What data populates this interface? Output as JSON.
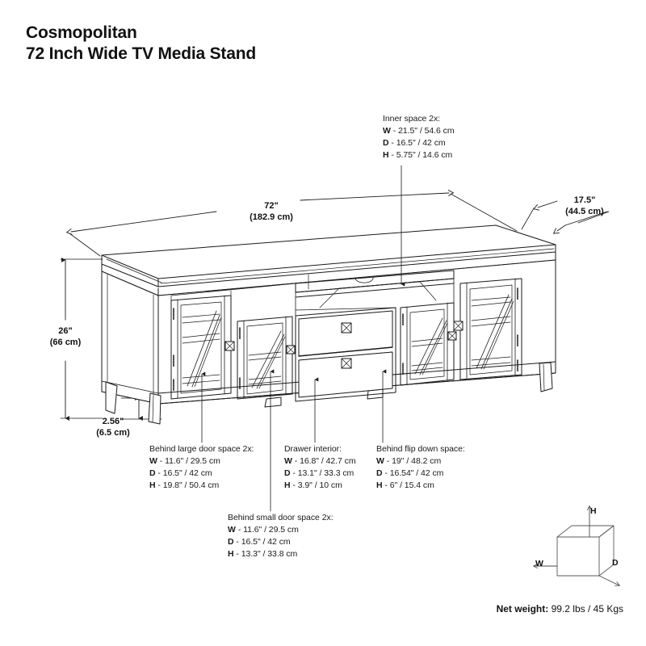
{
  "document": {
    "title_line1": "Cosmopolitan",
    "title_line2": "72 Inch Wide TV Media Stand",
    "background_color": "#ffffff",
    "line_color": "#1a1a1a"
  },
  "overall_dimensions": {
    "width": {
      "imperial": "72\"",
      "metric": "(182.9 cm)"
    },
    "depth": {
      "imperial": "17.5\"",
      "metric": "(44.5 cm)"
    },
    "height": {
      "imperial": "26\"",
      "metric": "(66 cm)"
    },
    "leg_clearance": {
      "imperial": "2.56\"",
      "metric": "(6.5 cm)"
    }
  },
  "callouts": [
    {
      "id": "inner-space",
      "title": "Inner space 2x:",
      "dims": [
        {
          "key": "W",
          "value": "- 21.5\" / 54.6 cm"
        },
        {
          "key": "D",
          "value": "- 16.5\" / 42 cm"
        },
        {
          "key": "H",
          "value": "- 5.75\" / 14.6 cm"
        }
      ]
    },
    {
      "id": "behind-large-door",
      "title": "Behind large door space 2x:",
      "dims": [
        {
          "key": "W",
          "value": "- 11.6\" / 29.5 cm"
        },
        {
          "key": "D",
          "value": "- 16.5\" / 42 cm"
        },
        {
          "key": "H",
          "value": "- 19.8\" / 50.4 cm"
        }
      ]
    },
    {
      "id": "drawer-interior",
      "title": "Drawer interior:",
      "dims": [
        {
          "key": "W",
          "value": "- 16.8\" / 42.7 cm"
        },
        {
          "key": "D",
          "value": "- 13.1\" / 33.3 cm"
        },
        {
          "key": "H",
          "value": "- 3.9\" / 10 cm"
        }
      ]
    },
    {
      "id": "behind-flip-down",
      "title": "Behind flip down space:",
      "dims": [
        {
          "key": "W",
          "value": "- 19'' / 48.2 cm"
        },
        {
          "key": "D",
          "value": "- 16.54\" / 42 cm"
        },
        {
          "key": "H",
          "value": "- 6\" / 15.4 cm"
        }
      ]
    },
    {
      "id": "behind-small-door",
      "title": "Behind small door space 2x:",
      "dims": [
        {
          "key": "W",
          "value": "- 11.6\" / 29.5 cm"
        },
        {
          "key": "D",
          "value": "- 16.5\" / 42 cm"
        },
        {
          "key": "H",
          "value": "- 13.3\" / 33.8 cm"
        }
      ]
    }
  ],
  "axis_legend": {
    "width_label": "W",
    "height_label": "H",
    "depth_label": "D"
  },
  "net_weight": {
    "label": "Net weight:",
    "value": "99.2 lbs / 45 Kgs"
  }
}
